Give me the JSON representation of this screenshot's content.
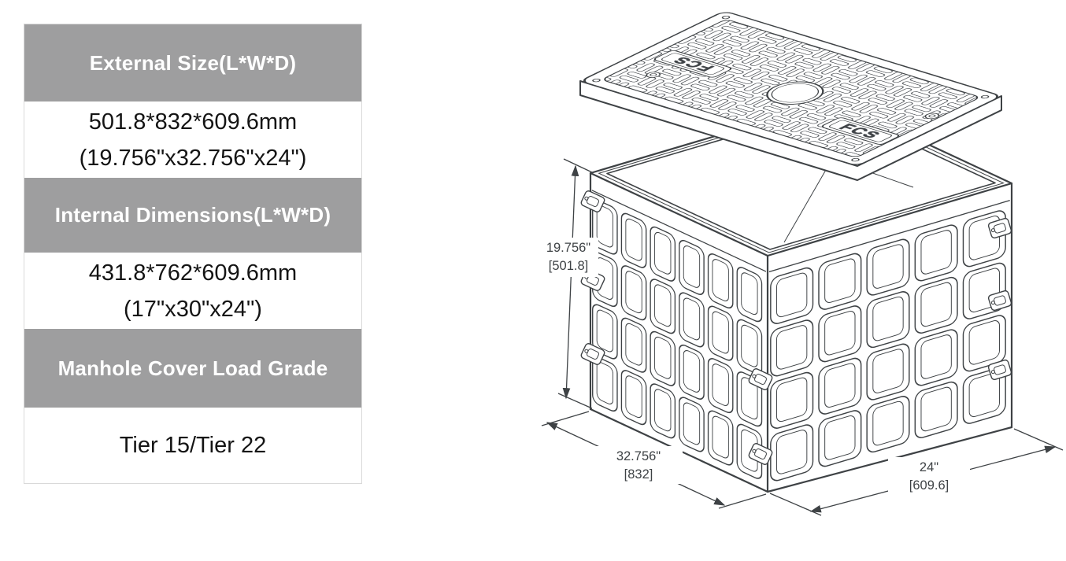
{
  "colors": {
    "table_header_bg": "#9e9e9f",
    "table_header_text": "#ffffff",
    "table_value_text": "#141414",
    "table_border": "#d9d9d9",
    "drawing_ink": "#3e4245"
  },
  "spec_table": {
    "rows": [
      {
        "type": "header",
        "text": "External Size(L*W*D)"
      },
      {
        "type": "value",
        "text": "501.8*832*609.6mm\n(19.756\"x32.756\"x24\")"
      },
      {
        "type": "header",
        "text": "Internal Dimensions(L*W*D)"
      },
      {
        "type": "value",
        "text": "431.8*762*609.6mm\n(17\"x30\"x24\")"
      },
      {
        "type": "header",
        "text": "Manhole Cover Load Grade"
      },
      {
        "type": "value",
        "text": "Tier 15/Tier 22"
      }
    ]
  },
  "drawing": {
    "cover_logo": "FCS",
    "dimensions": {
      "height": {
        "inches": "19.756\"",
        "mm": "[501.8]"
      },
      "length": {
        "inches": "32.756\"",
        "mm": "[832]"
      },
      "width": {
        "inches": "24\"",
        "mm": "[609.6]"
      }
    }
  }
}
